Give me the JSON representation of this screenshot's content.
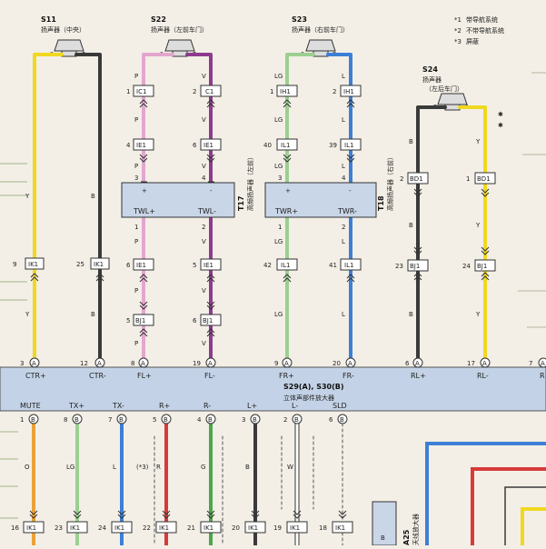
{
  "colors": {
    "yellow": "#f0d820",
    "black": "#3a3a3a",
    "pink": "#e3a6cf",
    "violet": "#8e3b8f",
    "lightgreen": "#9ccf91",
    "blue": "#3d7fd6",
    "orange": "#e9a23a",
    "red": "#d63a3a",
    "green": "#4aa84a",
    "module": "#c9d6e8",
    "bus": "#c3d2e6"
  },
  "legend": [
    {
      "mark": "*1",
      "text": "带导航系统"
    },
    {
      "mark": "*2",
      "text": "不带导航系统"
    },
    {
      "mark": "*3",
      "text": "屏蔽"
    }
  ],
  "speakers": [
    {
      "id": "S11",
      "name": "扬声器（中央）"
    },
    {
      "id": "S22",
      "name": "扬声器（左前车门）"
    },
    {
      "id": "S23",
      "name": "扬声器（右前车门）"
    },
    {
      "id": "S24",
      "name": "扬声器",
      "name2": "（左后车门）"
    }
  ],
  "tweeters": [
    {
      "id": "T17",
      "name": "高频扬声器（左前）",
      "left": "TWL+",
      "right": "TWL-"
    },
    {
      "id": "T18",
      "name": "高频扬声器（右前）",
      "left": "TWR+",
      "right": "TWR-"
    }
  ],
  "amp": {
    "id": "S29(A), S30(B)",
    "name": "立体声部件放大器"
  },
  "top_wires": [
    {
      "pin": "3",
      "conn": "A",
      "label": "CTR+",
      "color": "Y",
      "splice": "IK1",
      "splice_pin": "9"
    },
    {
      "pin": "12",
      "conn": "A",
      "label": "CTR-",
      "color": "B",
      "splice": "IK1",
      "splice_pin": "25"
    },
    {
      "pin": "8",
      "conn": "A",
      "label": "FL+",
      "color": "P",
      "splice1": "IC1",
      "pin1": "1",
      "splice2": "IE1",
      "pin2": "4",
      "splice3": "IE1",
      "pin3": "6",
      "splice4": "BJ1",
      "pin4": "5"
    },
    {
      "pin": "19",
      "conn": "A",
      "label": "FL-",
      "color": "V",
      "splice1": "C1",
      "pin1": "2",
      "splice2": "IE1",
      "pin2": "6",
      "splice3": "IE1",
      "pin3": "5",
      "splice4": "BJ1",
      "pin4": "6"
    },
    {
      "pin": "9",
      "conn": "A",
      "label": "FR+",
      "color": "LG",
      "splice1": "IH1",
      "pin1": "1",
      "splice2": "IL1",
      "pin2": "40",
      "splice3": "IL1",
      "pin3": "42"
    },
    {
      "pin": "20",
      "conn": "A",
      "label": "FR-",
      "color": "L",
      "splice1": "IH1",
      "pin1": "2",
      "splice2": "IL1",
      "pin2": "39",
      "splice3": "IL1",
      "pin3": "41"
    },
    {
      "pin": "6",
      "conn": "A",
      "label": "RL+",
      "color": "B",
      "splice1": "BD1",
      "pin1": "2",
      "splice2": "BJ1",
      "pin2": "23"
    },
    {
      "pin": "17",
      "conn": "A",
      "label": "RL-",
      "color": "Y",
      "splice1": "BD1",
      "pin1": "1",
      "splice2": "BJ1",
      "pin2": "24"
    }
  ],
  "bottom_wires": [
    {
      "pin": "1",
      "conn": "B",
      "label": "MUTE",
      "color": "O",
      "splice": "IK1",
      "splice_pin": "16"
    },
    {
      "pin": "8",
      "conn": "B",
      "label": "TX+",
      "color": "LG",
      "splice": "IK1",
      "splice_pin": "23"
    },
    {
      "pin": "7",
      "conn": "B",
      "label": "TX-",
      "color": "L",
      "splice": "IK1",
      "splice_pin": "24"
    },
    {
      "pin": "5",
      "conn": "B",
      "label": "R+",
      "color": "R",
      "splice": "IK1",
      "splice_pin": "22"
    },
    {
      "pin": "4",
      "conn": "B",
      "label": "R-",
      "color": "G",
      "splice": "IK1",
      "splice_pin": "21"
    },
    {
      "pin": "3",
      "conn": "B",
      "label": "L+",
      "color": "B",
      "splice": "IK1",
      "splice_pin": "20"
    },
    {
      "pin": "2",
      "conn": "B",
      "label": "L-",
      "color": "W",
      "splice": "IK1",
      "splice_pin": "19"
    },
    {
      "pin": "6",
      "conn": "B",
      "label": "SLD",
      "color": "",
      "splice": "IK1",
      "splice_pin": "18"
    }
  ],
  "misc": {
    "shield_mark": "(*3)",
    "minus": "-",
    "plus": "+",
    "plus_mark": "+",
    "right_pin": "7",
    "right_conn": "A",
    "right_label": "R",
    "side_box": "B",
    "a25_id": "A25",
    "a25_name": "天线放大器"
  }
}
